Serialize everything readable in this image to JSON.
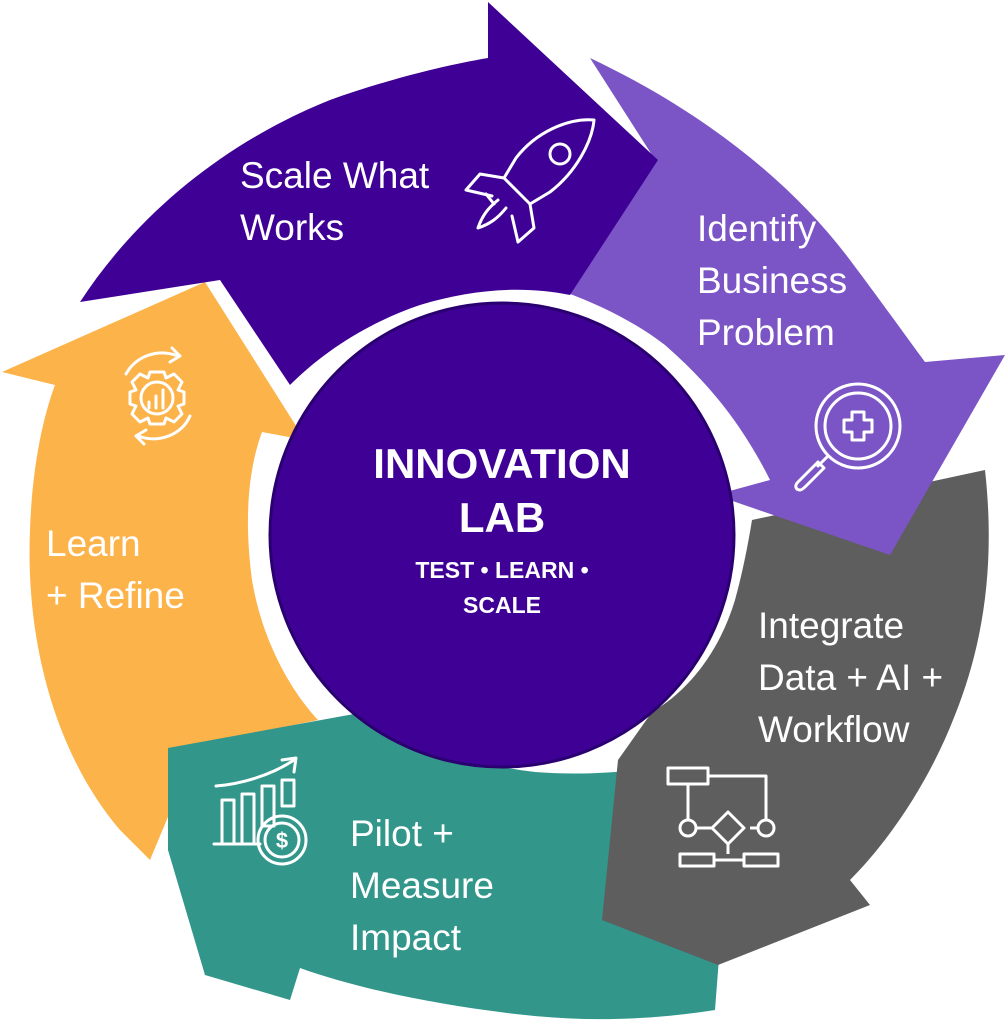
{
  "center": {
    "title_line1": "INNOVATION",
    "title_line2": "LAB",
    "subtitle_line1": "TEST • LEARN •",
    "subtitle_line2": "SCALE",
    "color": "#3f0195"
  },
  "segments": [
    {
      "id": "scale",
      "lines": [
        "Scale What",
        "Works"
      ],
      "icon": "rocket-icon",
      "color": "#3f0195"
    },
    {
      "id": "identify",
      "lines": [
        "Identify",
        "Business",
        "Problem"
      ],
      "icon": "magnifier-plus-icon",
      "color": "#7b55c6"
    },
    {
      "id": "integrate",
      "lines": [
        "Integrate",
        "Data + AI +",
        "Workflow"
      ],
      "icon": "flowchart-icon",
      "color": "#5e5e5e"
    },
    {
      "id": "pilot",
      "lines": [
        "Pilot +",
        "Measure",
        "Impact"
      ],
      "icon": "growth-chart-dollar-icon",
      "color": "#32968b"
    },
    {
      "id": "learn",
      "lines": [
        "Learn",
        "+ Refine"
      ],
      "icon": "gear-chart-cycle-icon",
      "color": "#fbb34a"
    }
  ]
}
